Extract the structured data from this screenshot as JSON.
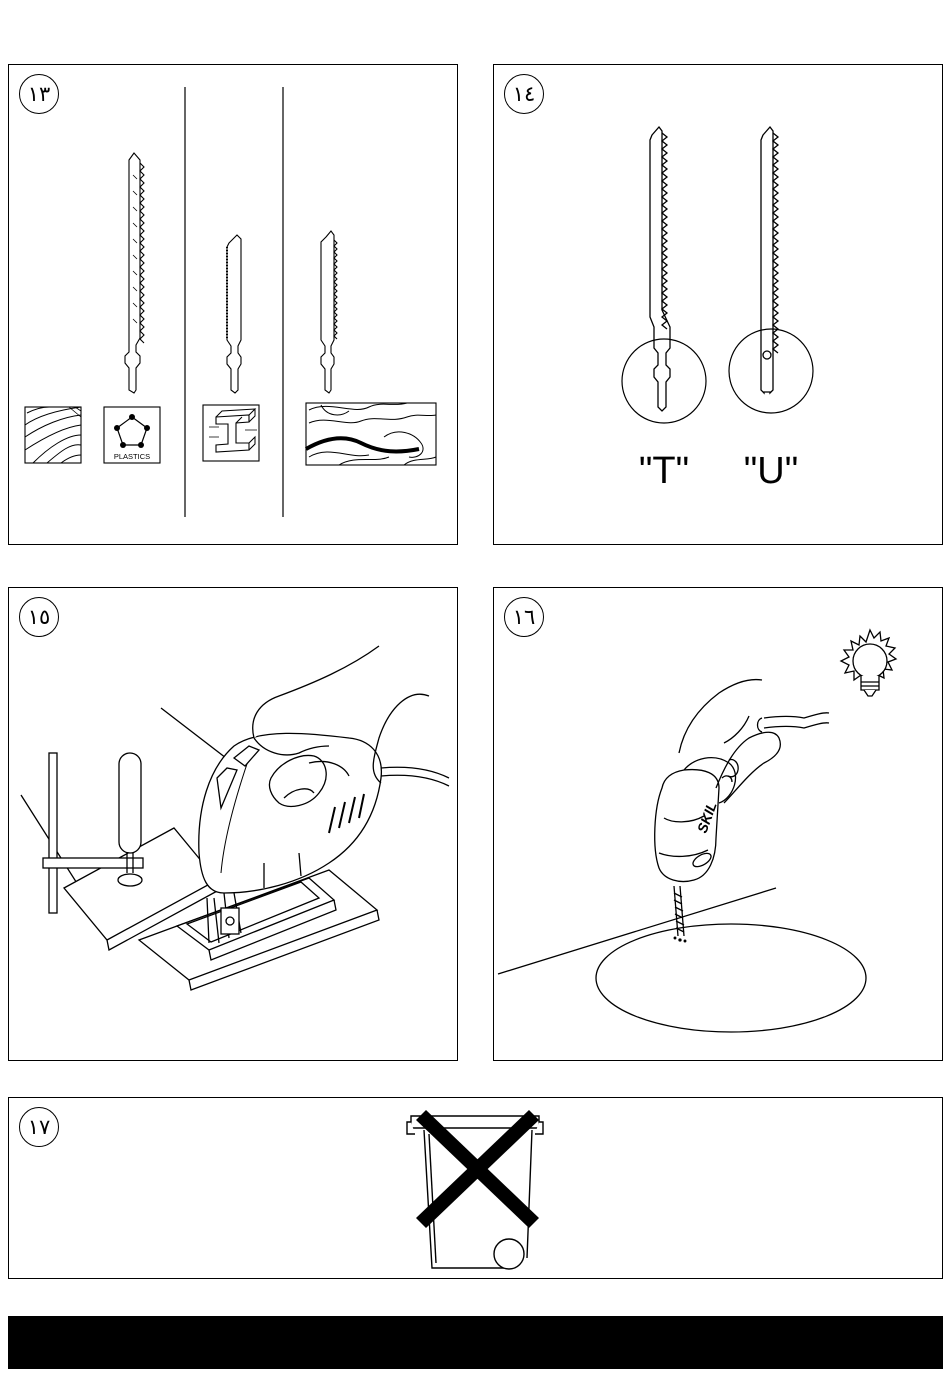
{
  "panels": {
    "p13": {
      "number": "١٣",
      "plastics_label": "PLASTICS",
      "icons": [
        "wood-icon",
        "plastics-icon",
        "metal-beam-icon",
        "curved-wood-icon"
      ]
    },
    "p14": {
      "number": "١٤",
      "label_t": "\"T\"",
      "label_u": "\"U\""
    },
    "p15": {
      "number": "١٥"
    },
    "p16": {
      "number": "١٦",
      "brand": "SKIL"
    },
    "p17": {
      "number": "١٧",
      "icon": "crossed-out-wheelie-bin-icon"
    }
  }
}
